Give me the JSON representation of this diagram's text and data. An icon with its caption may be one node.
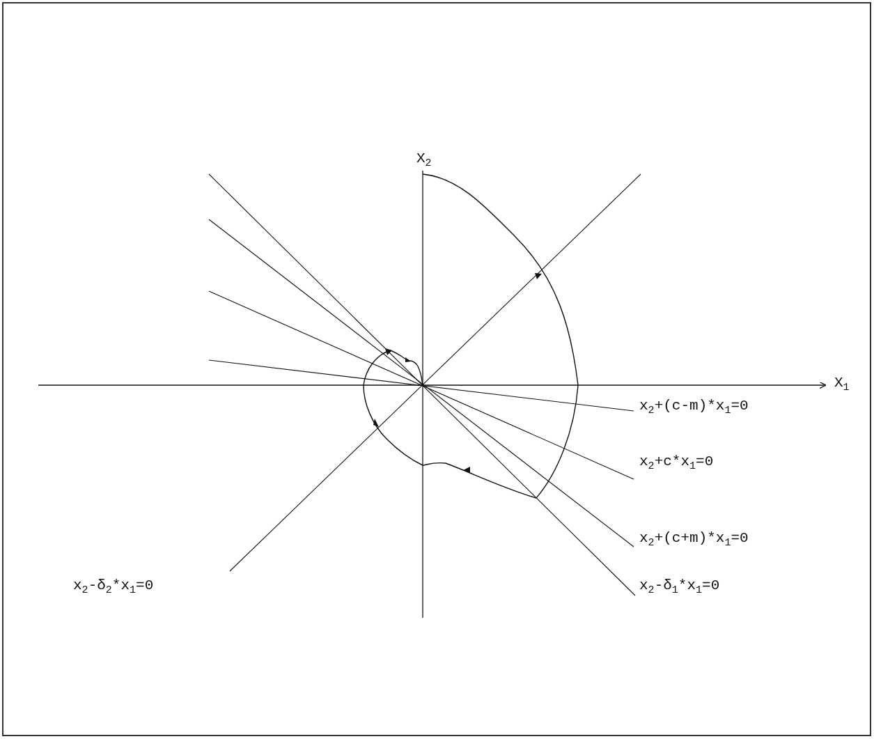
{
  "diagram": {
    "labels": [
      "X$_{2}$",
      "X$_{1}$",
      "x$_{2}$+(c-m)*x$_{1}$=0",
      "x$_{2}$+c*x$_{1}$=0",
      "x$_{2}$+(c+m)*x$_{1}$=0",
      "x$_{2}$-δ$_{2}$*x$_{1}$=0",
      "x$_{2}$-δ$_{1}$*x$_{1}$=0"
    ]
  }
}
